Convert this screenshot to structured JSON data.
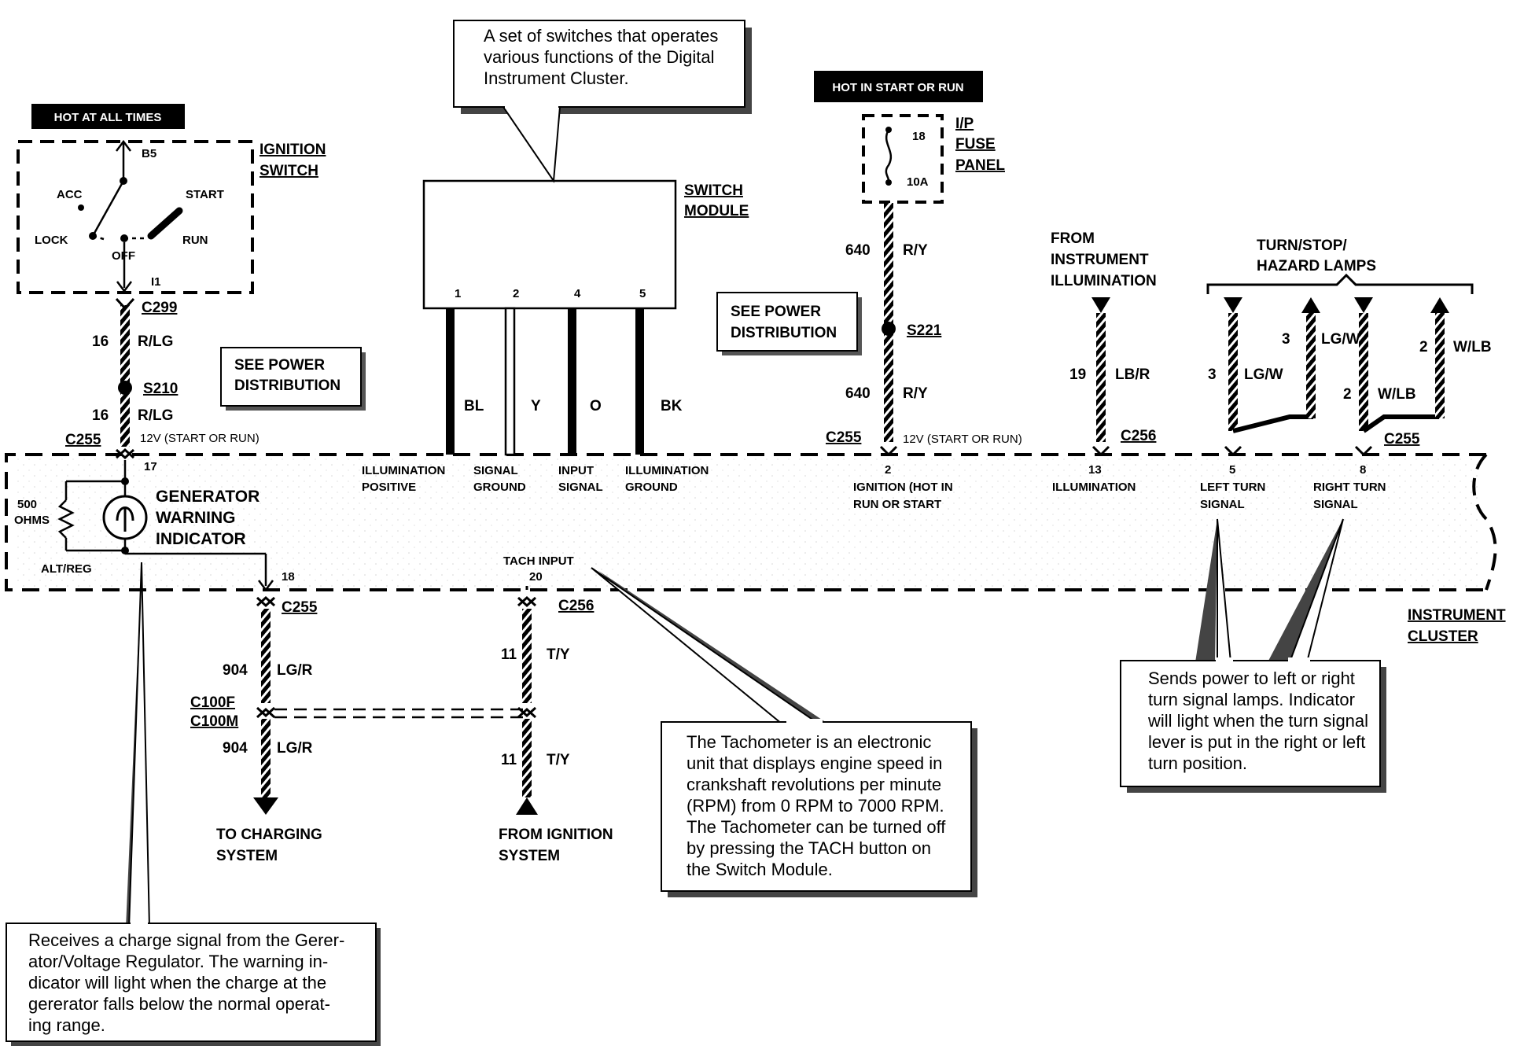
{
  "callouts": {
    "switch_module": [
      "A set of switches that operates",
      "various functions of the Digital",
      "Instrument Cluster."
    ],
    "generator": [
      "Receives a charge signal from the Gerer-",
      "ator/Voltage Regulator.  The warning in-",
      "dicator will light when the charge at the",
      "gererator falls below the normal operat-",
      "ing range."
    ],
    "tachometer": [
      "The Tachometer is an electronic",
      "unit that displays engine speed in",
      "crankshaft revolutions per minute",
      "(RPM) from 0 RPM to 7000 RPM.",
      "The Tachometer can be turned off",
      "by pressing the TACH button on",
      "the Switch Module."
    ],
    "turn_signal": [
      "Sends power to left or right",
      "turn signal lamps.  Indicator",
      "will light when the turn signal",
      "lever is put in the right or left",
      "turn position."
    ]
  },
  "hot_labels": {
    "ignition": "HOT AT ALL TIMES",
    "fuse": "HOT IN START OR RUN"
  },
  "ignition_switch": {
    "title": [
      "IGNITION",
      "SWITCH"
    ],
    "positions": {
      "b5": "B5",
      "acc": "ACC",
      "start": "START",
      "lock": "LOCK",
      "off": "OFF",
      "run": "RUN",
      "i1": "I1"
    }
  },
  "switch_module": {
    "title": [
      "SWITCH",
      "MODULE"
    ],
    "pins": [
      "1",
      "2",
      "4",
      "5"
    ],
    "wires": [
      "BL",
      "Y",
      "O",
      "BK"
    ],
    "functions": [
      [
        "ILLUMINATION",
        "POSITIVE"
      ],
      [
        "SIGNAL",
        "GROUND"
      ],
      [
        "INPUT",
        "SIGNAL"
      ],
      [
        "ILLUMINATION",
        "GROUND"
      ]
    ]
  },
  "see_power_distribution": [
    "SEE POWER",
    "DISTRIBUTION"
  ],
  "fuse_panel": {
    "title": [
      "I/P",
      "FUSE",
      "PANEL"
    ],
    "fuse_number": "18",
    "rating": "10A"
  },
  "connectors": {
    "c299": "C299",
    "s210": "S210",
    "c255_a": "C255",
    "c255_b": "C255",
    "c255_c": "C255",
    "c255_d": "C255",
    "s221": "S221",
    "c256_a": "C256",
    "c256_b": "C256",
    "c100f": "C100F",
    "c100m": "C100M"
  },
  "wires": {
    "ign_upper": {
      "gauge": "16",
      "color": "R/LG"
    },
    "ign_lower": {
      "gauge": "16",
      "color": "R/LG"
    },
    "fuse_upper": {
      "gauge": "640",
      "color": "R/Y"
    },
    "fuse_lower": {
      "gauge": "640",
      "color": "R/Y"
    },
    "illum": {
      "gauge": "19",
      "color": "LB/R"
    },
    "left_out": {
      "gauge": "3",
      "color": "LG/W"
    },
    "left_in": {
      "gauge": "3",
      "color": "LG/W"
    },
    "right_out": {
      "gauge": "2",
      "color": "W/LB"
    },
    "right_in": {
      "gauge": "2",
      "color": "W/LB"
    },
    "charge_upper": {
      "gauge": "904",
      "color": "LG/R"
    },
    "charge_lower": {
      "gauge": "904",
      "color": "LG/R"
    },
    "tach_upper": {
      "gauge": "11",
      "color": "T/Y"
    },
    "tach_lower": {
      "gauge": "11",
      "color": "T/Y"
    }
  },
  "cluster": {
    "title": [
      "INSTRUMENT",
      "CLUSTER"
    ],
    "volt_note": "12V (START OR RUN)",
    "pin17": "17",
    "pin18": "18",
    "pin2": "2",
    "pin2_label": [
      "IGNITION (HOT IN",
      "RUN OR START"
    ],
    "pin13": "13",
    "pin13_label": "ILLUMINATION",
    "pin5": "5",
    "pin5_label": [
      "LEFT TURN",
      "SIGNAL"
    ],
    "pin8": "8",
    "pin8_label": [
      "RIGHT TURN",
      "SIGNAL"
    ],
    "resistor": [
      "500",
      "OHMS"
    ],
    "alt_reg": "ALT/REG",
    "gen_indicator": [
      "GENERATOR",
      "WARNING",
      "INDICATOR"
    ],
    "tach_input": "TACH INPUT",
    "pin20": "20"
  },
  "from_instrument_illumination": [
    "FROM",
    "INSTRUMENT",
    "ILLUMINATION"
  ],
  "turn_lamps": [
    "TURN/STOP/",
    "HAZARD LAMPS"
  ],
  "to_charging": [
    "TO CHARGING",
    "SYSTEM"
  ],
  "from_ignition": [
    "FROM IGNITION",
    "SYSTEM"
  ]
}
